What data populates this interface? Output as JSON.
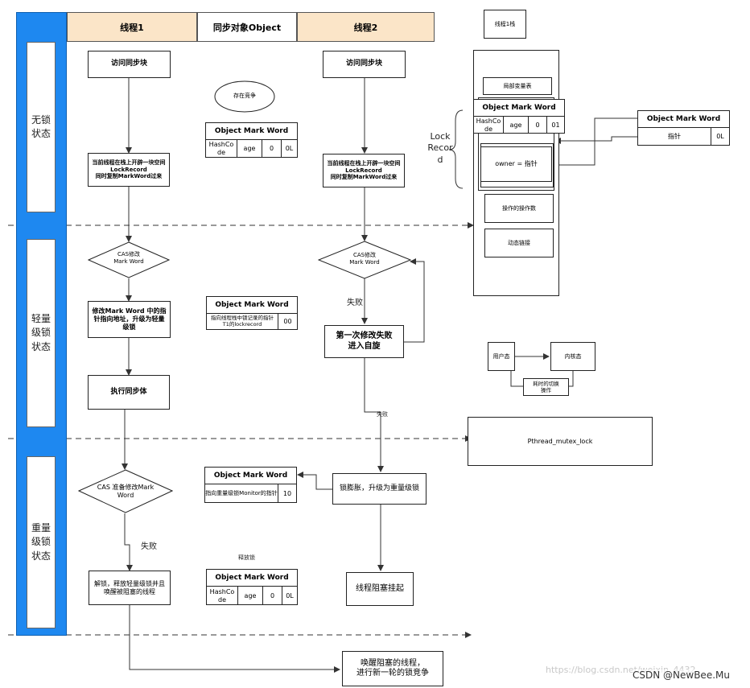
{
  "headers": {
    "thread1": "线程1",
    "sync_object": "同步对象Object",
    "thread2": "线程2"
  },
  "stack_title": "线程1栈",
  "lanes": {
    "no_lock": "无锁\n状态",
    "light_lock": "轻量\n级锁\n状态",
    "heavy_lock": "重量\n级锁\n状态"
  },
  "thread1": {
    "visit_sync": "访问同步块",
    "alloc_record": "当前线程在栈上开辟一块空间\nLockRecord\n同时复制MarkWord过来",
    "cas_modify": "CAS修改\nMark Word",
    "modify_pointer": "修改Mark Word 中的指针指向地址，升级为轻量级锁",
    "exec_sync": "执行同步体",
    "cas_replace": "CAS 准备修改Mark\nWord",
    "fail_label": "失败",
    "unlock": "解锁，释放轻量级锁并且唤醒被阻塞的线程"
  },
  "thread2": {
    "visit_sync": "访问同步块",
    "alloc_record": "当前线程在栈上开辟一块空间\nLockRecord\n同时复制MarkWord过来",
    "cas_modify": "CAS修改\nMark Word",
    "fail_label": "失败",
    "first_fail": "第一次修改失败\n进入自旋",
    "fail_small": "失败",
    "inflate": "锁膨胀，升级为重量级锁",
    "block": "线程阻塞挂起"
  },
  "center": {
    "contention": "存在竞争",
    "mw_title": "Object Mark Word",
    "mw1": {
      "hashcode": "HashCo\nde",
      "age": "age",
      "bias": "0",
      "flag": "0L"
    },
    "mw2": {
      "pointer": "指向线程栈中锁记录的指针 T1的lockrecord",
      "flag": "00"
    },
    "mw3": {
      "pointer": "指向重量级锁Monitor的指针",
      "flag": "10"
    },
    "release": "释放锁",
    "mw4": {
      "hashcode": "HashCo\nde",
      "age": "age",
      "bias": "0",
      "flag": "0L"
    },
    "wake": "唤醒阻塞的线程，\n进行新一轮的锁竞争"
  },
  "stack": {
    "behind": "局部变量表",
    "mw_title": "Object Mark Word",
    "mw": {
      "hashcode": "HashCo\nde",
      "age": "age",
      "bias": "0",
      "flag": "01"
    },
    "owner": "owner = 指针",
    "lock_record": "Lock\nRecor\nd",
    "operand": "操作的操作数",
    "dynamic": "动态链接"
  },
  "right_mw": {
    "title": "Object Mark Word",
    "pointer": "指针",
    "flag": "0L"
  },
  "user_mode": "用户态",
  "kernel_mode": "内核态",
  "switch_op": "耗时的切换\n操作",
  "pthread": "Pthread_mutex_lock",
  "watermark": "https://blog.csdn.net/weixin_4432",
  "credit": "CSDN @NewBee.Mu"
}
